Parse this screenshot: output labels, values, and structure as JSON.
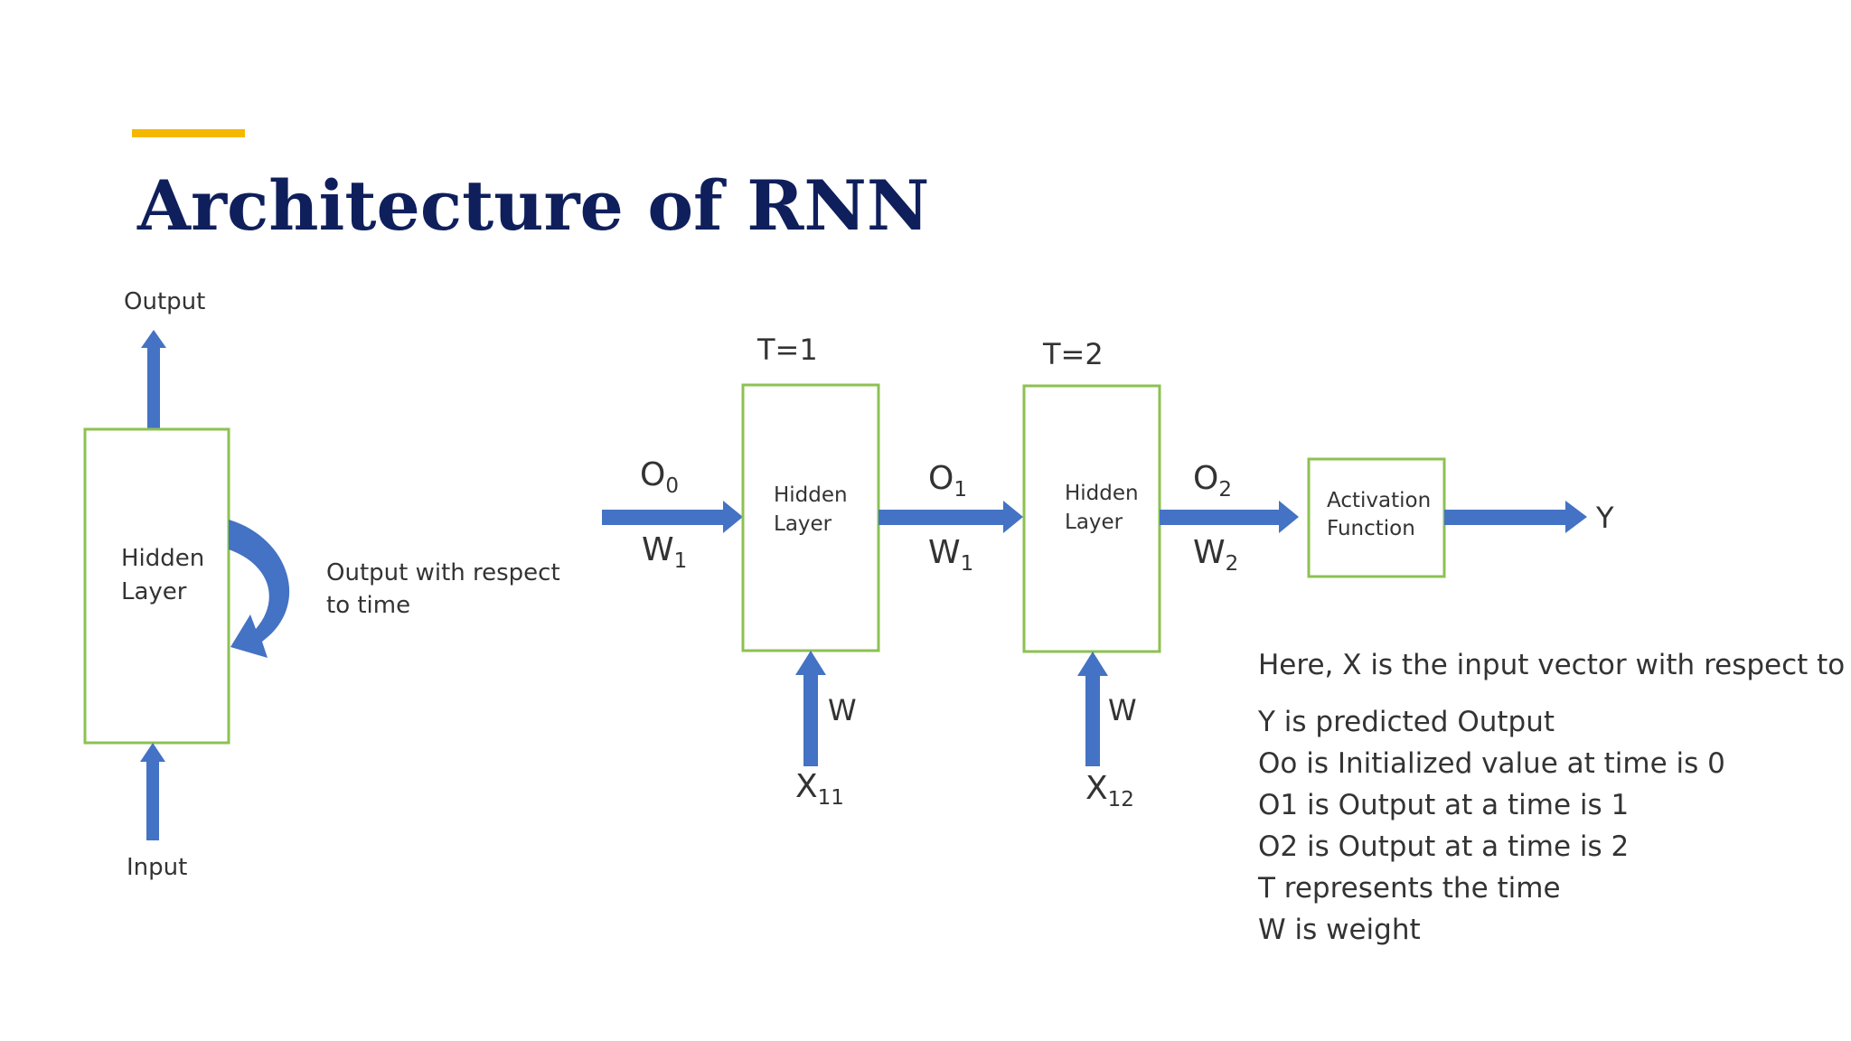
{
  "slide": {
    "title": "Architecture of RNN",
    "accent_color": "#F5B800",
    "title_color": "#0F1F5C"
  },
  "colors": {
    "arrow": "#4472C4",
    "box_border": "#8CC152",
    "text": "#333333"
  },
  "left_diagram": {
    "output_label": "Output",
    "hidden_layer_line1": "Hidden",
    "hidden_layer_line2": "Layer",
    "loop_label_line1": "Output with respect",
    "loop_label_line2": "to time",
    "input_label": "Input"
  },
  "unrolled": {
    "t1_label": "T=1",
    "t2_label": "T=2",
    "o0_main": "O",
    "o0_sub": "0",
    "o1_main": "O",
    "o1_sub": "1",
    "o2_main": "O",
    "o2_sub": "2",
    "w_in_main": "W",
    "w_in_sub": "1",
    "w_mid_main": "W",
    "w_mid_sub": "1",
    "w_out_main": "W",
    "w_out_sub": "2",
    "hidden1_line1": "Hidden",
    "hidden1_line2": "Layer",
    "hidden2_line1": "Hidden",
    "hidden2_line2": "Layer",
    "activation_line1": "Activation",
    "activation_line2": "Function",
    "y_label": "Y",
    "w_x1": "W",
    "w_x2": "W",
    "x11_main": "X",
    "x11_sub": "11",
    "x12_main": "X",
    "x12_sub": "12"
  },
  "notes": {
    "intro": "Here, X is the input vector with respect to time",
    "lines": [
      "Y is predicted Output",
      "Oo is Initialized value at time is 0",
      "O1 is Output at a time is 1",
      "O2 is Output at a time is 2",
      "T represents the time",
      "W is weight"
    ]
  }
}
